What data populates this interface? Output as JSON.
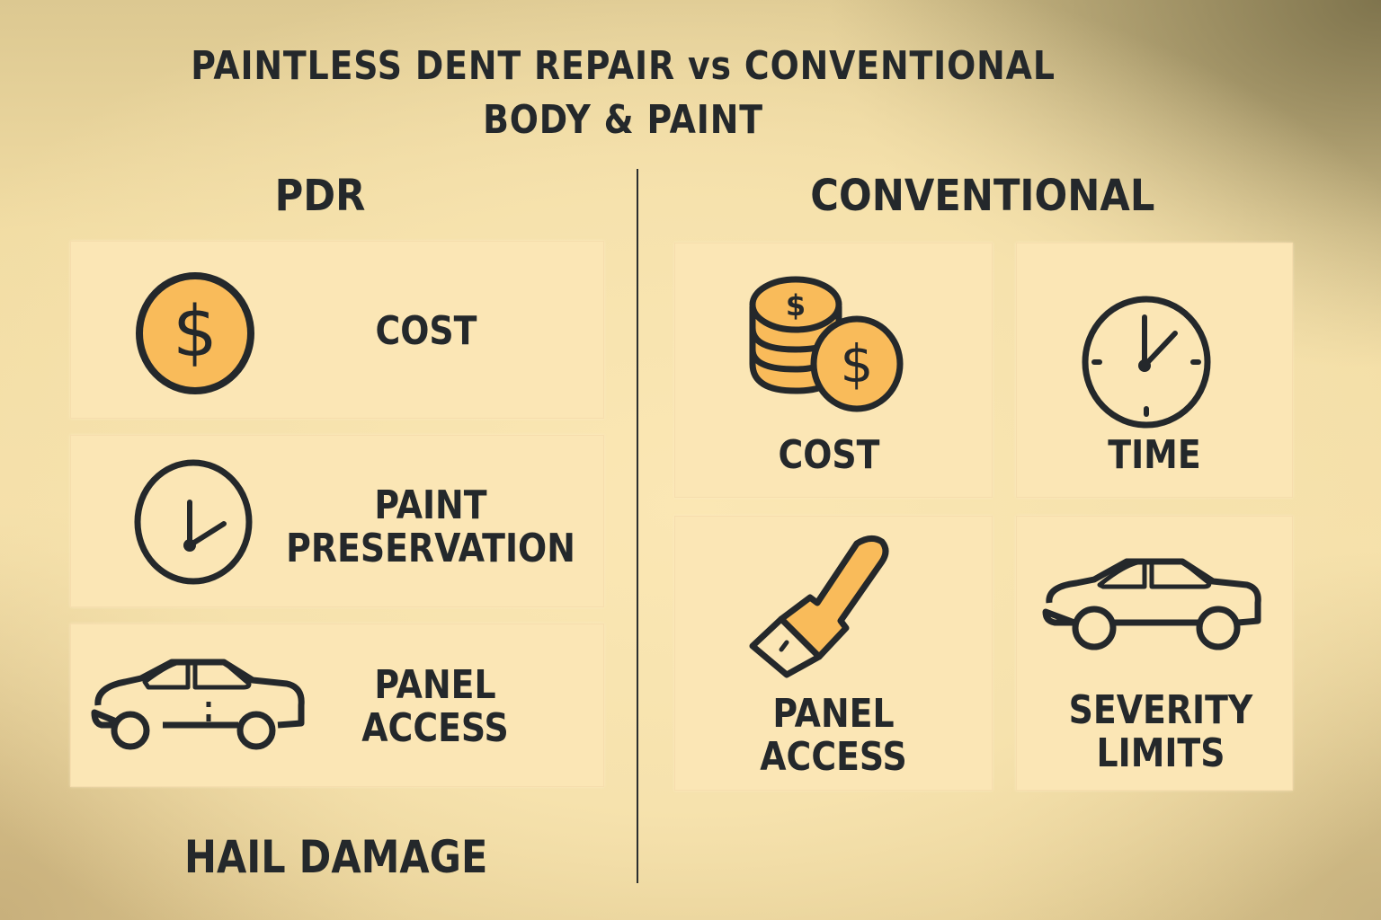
{
  "title": {
    "line1": "PAINTLESS DENT REPAIR vs CONVENTIONAL",
    "line2": "BODY & PAINT"
  },
  "pdr": {
    "heading": "PDR",
    "items": [
      {
        "icon": "dollar-coin-icon",
        "label": "COST"
      },
      {
        "icon": "clock-icon",
        "label_line1": "PAINT",
        "label_line2": "PRESERVATION"
      },
      {
        "icon": "car-icon",
        "label_line1": "PANEL",
        "label_line2": "ACCESS"
      }
    ],
    "footer": "HAIL DAMAGE"
  },
  "conventional": {
    "heading": "CONVENTIONAL",
    "items": [
      {
        "icon": "coin-stack-icon",
        "label": "COST"
      },
      {
        "icon": "clock-icon",
        "label": "TIME"
      },
      {
        "icon": "paintbrush-icon",
        "label_line1": "PANEL",
        "label_line2": "ACCESS"
      },
      {
        "icon": "car-icon",
        "label_line1": "SEVERITY",
        "label_line2": "LIMITS"
      }
    ]
  },
  "colors": {
    "accent": "#f9bb5a",
    "ink": "#24282b",
    "card": "#fbe6b5",
    "background": "#f2dda2"
  }
}
